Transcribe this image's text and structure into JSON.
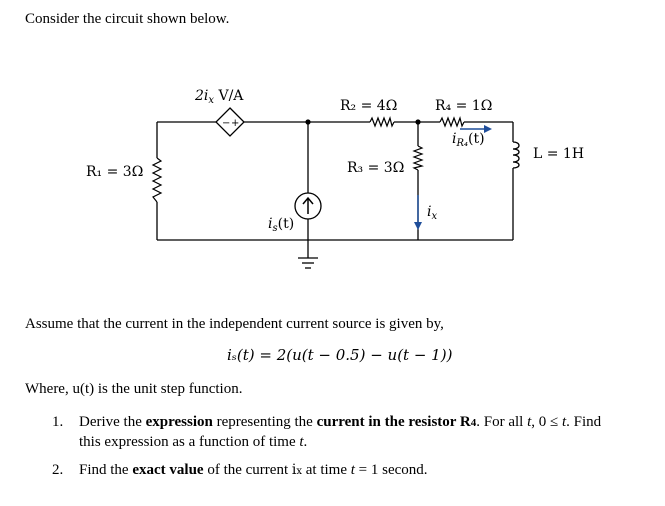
{
  "intro": "Consider the circuit shown below.",
  "circuit": {
    "r1_label": "R₁ = 3Ω",
    "dep_source_label": "2i",
    "dep_source_sub": "x",
    "dep_source_unit": " V/A",
    "r2_label": "R₂ = 4Ω",
    "r3_label": "R₃ = 3Ω",
    "r4_label": "R₄ = 1Ω",
    "ir4_label": "i",
    "ir4_sub": "R₄",
    "ir4_suffix": "(t)",
    "l_label": "L = 1H",
    "is_label": "i",
    "is_sub": "s",
    "is_suffix": "(t)",
    "ix_label": "i",
    "ix_sub": "x"
  },
  "assumption": "Assume that the current in the independent current source is given by,",
  "equation": "iₛ(t) = 2(u(t − 0.5) − u(t − 1))",
  "where": "Where, u(t) is the unit step function.",
  "questions": [
    {
      "num": "1.",
      "p1": "Derive the ",
      "b1": "expression",
      "p2": " representing the ",
      "b2": "current in the resistor R",
      "b2sub": "4",
      "p3": ". For all ",
      "i1": "t",
      "p4": ", 0 ≤ ",
      "i2": "t",
      "p5": ". Find",
      "line2a": "this expression as a function of time ",
      "line2i": "t",
      "line2b": "."
    },
    {
      "num": "2.",
      "p1": "Find the ",
      "b1": "exact value",
      "p2": " of the current ",
      "i1": "i",
      "i1sub": "x",
      "p3": " at time ",
      "i2": "t",
      "p4": " = 1 second."
    }
  ],
  "colors": {
    "wire": "#000000",
    "source_arrow": "#1f4e9a"
  }
}
